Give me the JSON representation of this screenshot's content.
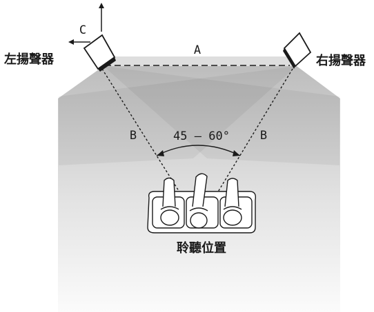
{
  "labels": {
    "left_speaker": "左揚聲器",
    "right_speaker": "右揚聲器",
    "listening_position": "聆聽位置",
    "distance_a": "A",
    "distance_b_left": "B",
    "distance_b_right": "B",
    "distance_c": "C",
    "angle": "45 – 60°"
  },
  "colors": {
    "line": "#1a1a1a",
    "cone_dark": "#b5b5b5",
    "cone_light": "#f4f4f4"
  }
}
